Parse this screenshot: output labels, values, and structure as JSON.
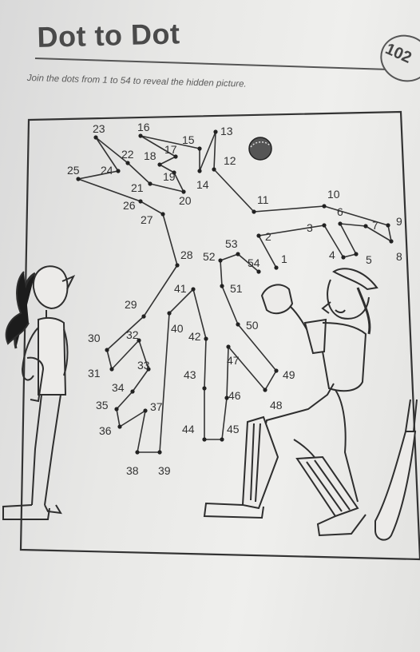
{
  "title": "Dot to Dot",
  "page_number": "102",
  "instructions": "Join the dots from 1 to 54 to reveal the hidden picture.",
  "dot_labels": [
    "1",
    "2",
    "3",
    "4",
    "5",
    "6",
    "7",
    "8",
    "9",
    "10",
    "11",
    "12",
    "13",
    "14",
    "15",
    "16",
    "17",
    "18",
    "19",
    "20",
    "21",
    "22",
    "23",
    "24",
    "25",
    "26",
    "27",
    "28",
    "29",
    "30",
    "31",
    "32",
    "33",
    "34",
    "35",
    "36",
    "37",
    "38",
    "39",
    "40",
    "41",
    "42",
    "43",
    "44",
    "45",
    "46",
    "47",
    "48",
    "49",
    "50",
    "51",
    "52",
    "53",
    "54"
  ],
  "colors": {
    "ink": "#2e2e2e",
    "paper": "#ecebe9",
    "title": "#4a4a4a"
  }
}
